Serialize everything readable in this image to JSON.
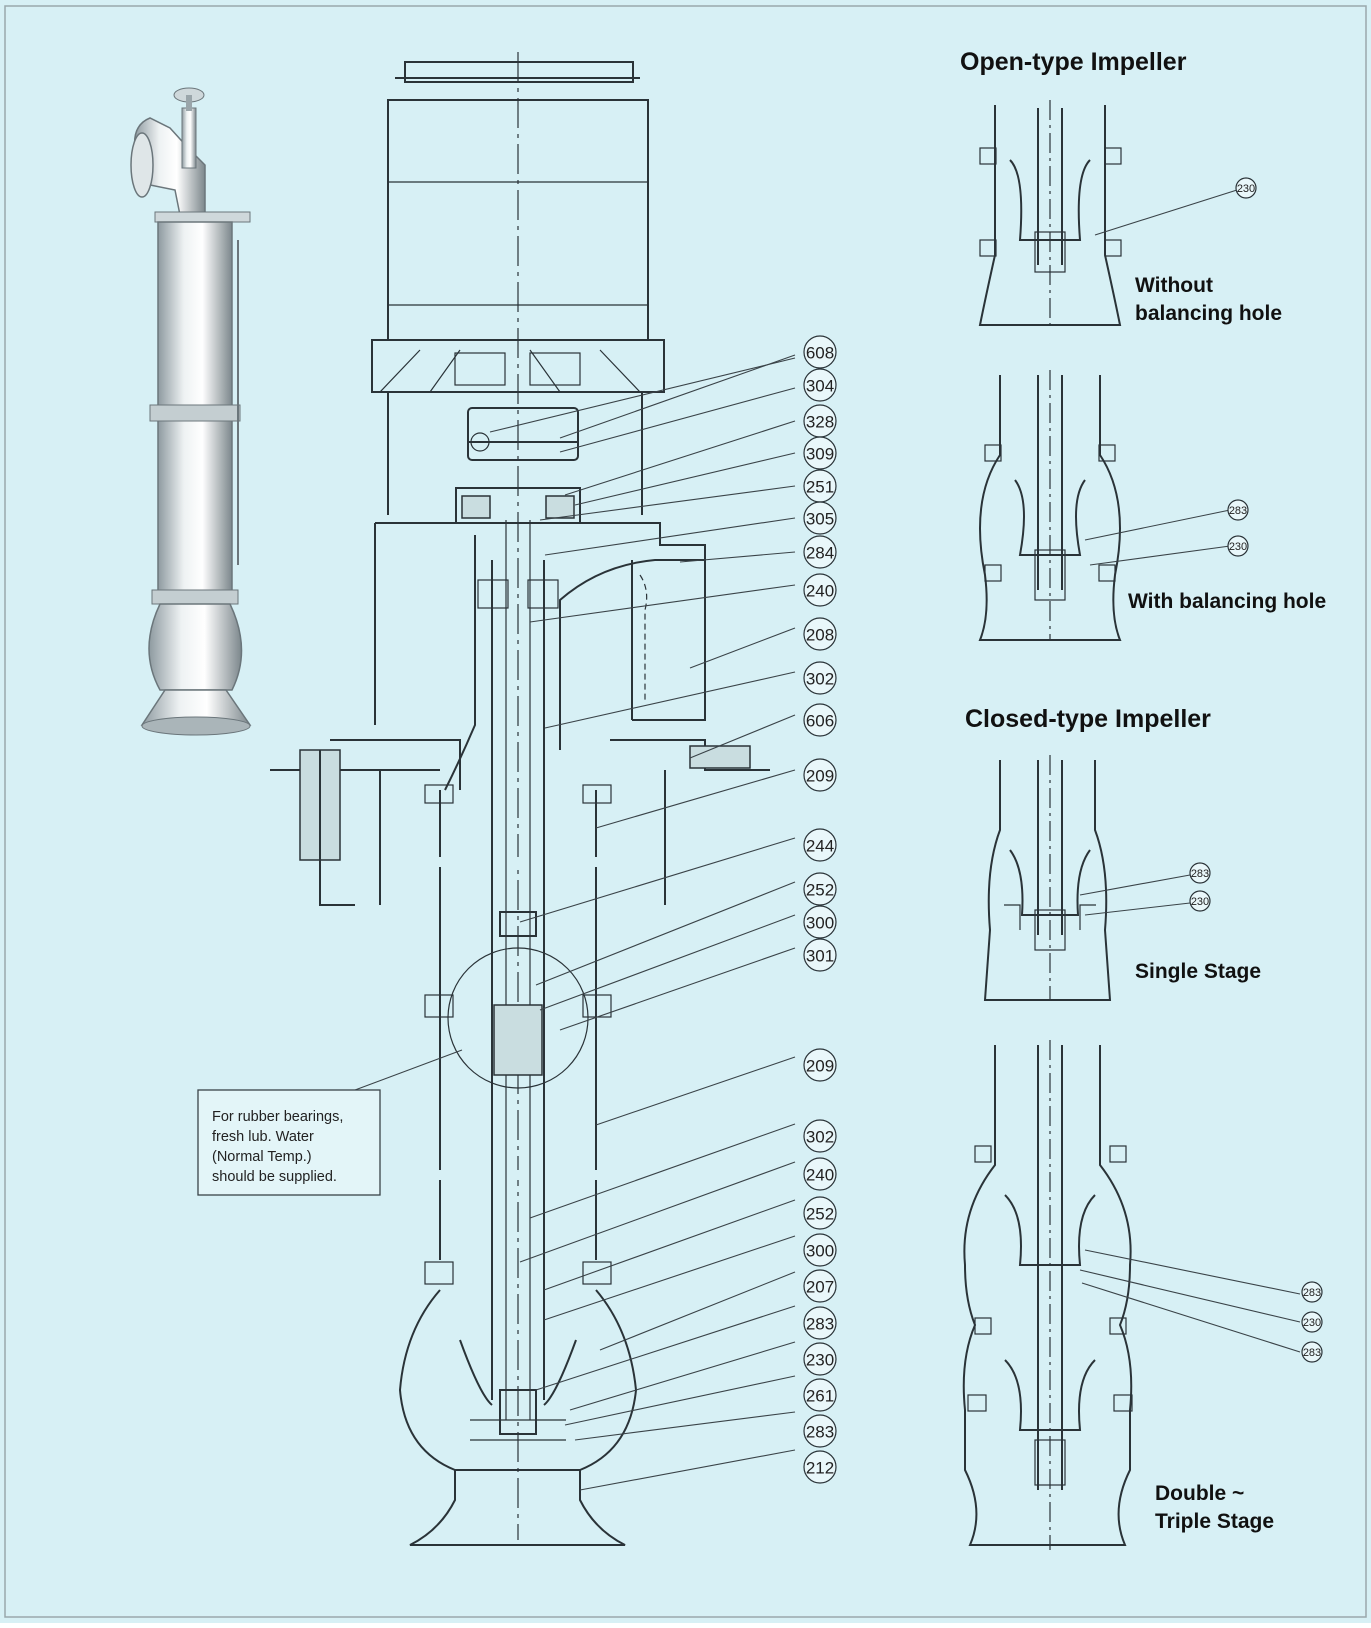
{
  "colors": {
    "background": "#d7f0f5",
    "line": "#2a3338",
    "frame": "#9aa7ab"
  },
  "main_callouts": [
    "608",
    "304",
    "328",
    "309",
    "251",
    "305",
    "284",
    "240",
    "208",
    "302",
    "606",
    "209",
    "244",
    "252",
    "300",
    "301",
    "209",
    "302",
    "240",
    "252",
    "300",
    "207",
    "283",
    "230",
    "261",
    "283",
    "212"
  ],
  "note": {
    "lines": [
      "For rubber bearings,",
      "fresh lub. Water",
      "(Normal Temp.)",
      "should be supplied."
    ]
  },
  "open_type": {
    "title": "Open-type Impeller",
    "variant_1": {
      "label_line1": "Without",
      "label_line2": "balancing hole",
      "callouts": [
        "230"
      ]
    },
    "variant_2": {
      "label": "With balancing hole",
      "callouts": [
        "283",
        "230"
      ]
    }
  },
  "closed_type": {
    "title": "Closed-type Impeller",
    "variant_1": {
      "label": "Single Stage",
      "callouts": [
        "283",
        "230"
      ]
    },
    "variant_2": {
      "label_line1": "Double ~",
      "label_line2": "Triple Stage",
      "callouts": [
        "283",
        "230",
        "283"
      ]
    }
  }
}
